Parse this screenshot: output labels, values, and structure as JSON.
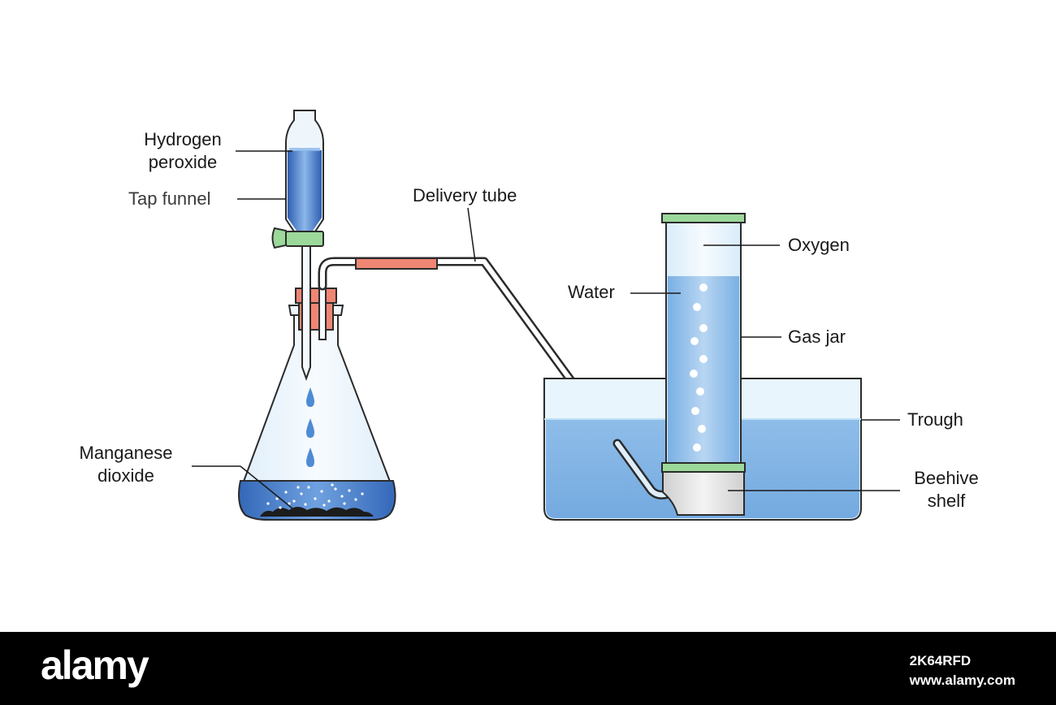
{
  "labels": {
    "hydrogen_peroxide": [
      "Hydrogen",
      "peroxide"
    ],
    "tap_funnel": "Tap funnel",
    "delivery_tube": "Delivery tube",
    "oxygen": "Oxygen",
    "water": "Water",
    "gas_jar": "Gas jar",
    "trough": "Trough",
    "beehive_shelf": [
      "Beehive",
      "shelf"
    ],
    "manganese_dioxide": [
      "Manganese",
      "dioxide"
    ]
  },
  "footer": {
    "logo": "alamy",
    "image_id": "2K64RFD",
    "site": "www.alamy.com"
  },
  "colors": {
    "liquid_blue": "#6aa3dc",
    "liquid_dark": "#2f5fb0",
    "stopper_red": "#ef8573",
    "clamp_green": "#9bd89a",
    "glass_outline": "#2b2b2b",
    "manganese_black": "#1c1c1c"
  }
}
